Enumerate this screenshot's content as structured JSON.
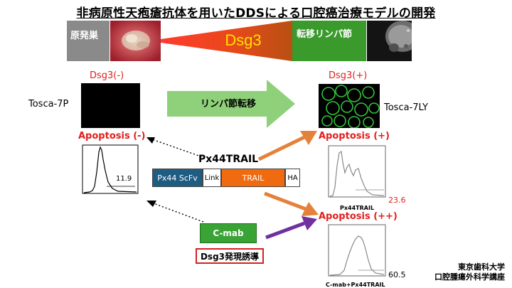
{
  "title": "非病原性天疱瘡抗体を用いたDDSによる口腔癌治療モデルの開発",
  "top_strip": {
    "primary_label": "原発巣",
    "metastasis_label": "転移リンパ節",
    "wedge_label": "Dsg3"
  },
  "left_panel": {
    "dsg3_label": "Dsg3(-)",
    "cell_line": "Tosca-7P",
    "apoptosis_label": "Apoptosis (-)",
    "histogram_value": "11.9"
  },
  "right_panel": {
    "dsg3_label": "Dsg3(+)",
    "cell_line": "Tosca-7LY",
    "apoptosis_label_1": "Apoptosis (+)",
    "histogram_1_value": "23.6",
    "histogram_1_caption": "Px44TRAIL",
    "apoptosis_label_2": "Apoptosis (++)",
    "histogram_2_value": "60.5",
    "histogram_2_caption": "C-mab+Px44TRAIL"
  },
  "middle": {
    "arrow_label": "リンパ節転移",
    "construct_title": "Px44TRAIL",
    "construct_segments": [
      "Px44 ScFv",
      "Link",
      "TRAIL",
      "HA"
    ],
    "cmab_label": "C-mab",
    "induction_label": "Dsg3発現誘導"
  },
  "institution": {
    "line1": "東京歯科大学",
    "line2": "口腔腫瘍外科学講座"
  },
  "colors": {
    "red_text": "#e0201e",
    "green_arrow": "#8fd07a",
    "orange_arrow": "#e4813a",
    "purple_arrow": "#7030a0",
    "scfv_blue": "#1f5c82",
    "trail_orange": "#f06a10"
  }
}
